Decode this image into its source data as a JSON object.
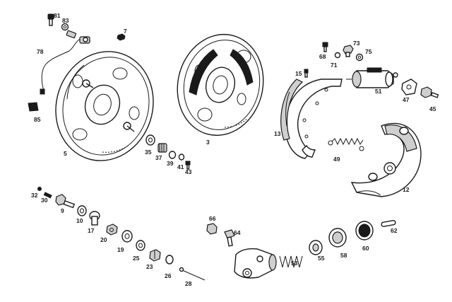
{
  "labels": {
    "p81": "81",
    "p83": "83",
    "p7": "7",
    "p78": "78",
    "p85": "85",
    "p5": "5",
    "p3": "3",
    "p35": "35",
    "p37": "37",
    "p39": "39",
    "p41": "41",
    "p43": "43",
    "p68": "68",
    "p73": "73",
    "p75": "75",
    "p71": "71",
    "p15": "15",
    "p51": "51",
    "p47": "47",
    "p45": "45",
    "p13": "13",
    "p49": "49",
    "p12": "12",
    "p32": "32",
    "p30": "30",
    "p9": "9",
    "p10": "10",
    "p17": "17",
    "p20": "20",
    "p19": "19",
    "p25": "25",
    "p23": "23",
    "p26": "26",
    "p28": "28",
    "p66": "66",
    "p64": "64",
    "p53": "53",
    "p55": "55",
    "p58": "58",
    "p60": "60",
    "p62": "62"
  },
  "colors": {
    "ink": "#1a1a1a",
    "paper": "#ffffff",
    "shade": "#cfcfcf"
  }
}
